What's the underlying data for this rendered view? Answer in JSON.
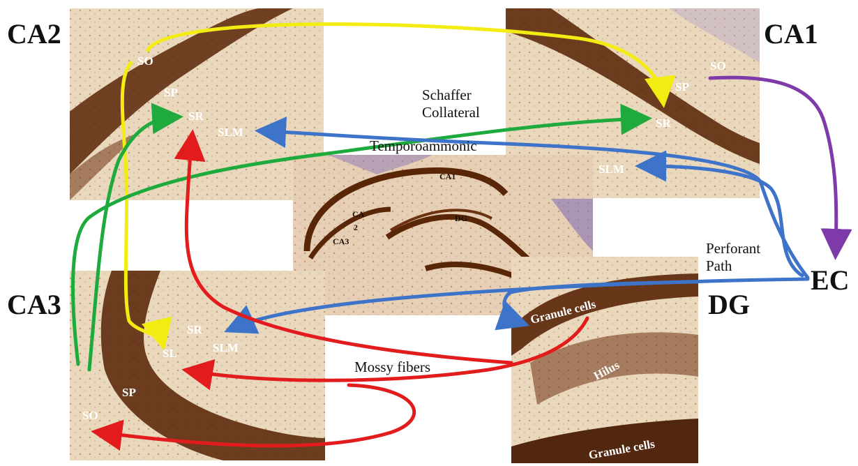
{
  "colors": {
    "tissue": "#ead8bd",
    "neuron": "#5a2608",
    "schaffer": "#1eaa3c",
    "ca3_ca1": "#f2ec12",
    "ca2_loop": "#f2ec12",
    "temporoammonic": "#3d73c9",
    "perforant": "#3d73c9",
    "output": "#7d3aa8",
    "mossy": "#e21c1c"
  },
  "regions": {
    "ca2": "CA2",
    "ca1": "CA1",
    "ca3": "CA3",
    "dg": "DG",
    "ec": "EC"
  },
  "panel_ca2": {
    "so": "SO",
    "sp": "SP",
    "sr": "SR",
    "slm": "SLM"
  },
  "panel_ca1": {
    "so": "SO",
    "sp": "SP",
    "sr": "SR",
    "slm": "SLM"
  },
  "panel_ca3": {
    "sr": "SR",
    "slm": "SLM",
    "sl": "SL",
    "sp": "SP",
    "so": "SO"
  },
  "panel_dg": {
    "granule_top": "Granule cells",
    "hilus": "Hilus",
    "granule_bottom": "Granule cells"
  },
  "center": {
    "ca1": "CA1",
    "dg": "DG",
    "ca2_a": "CA",
    "ca2_b": "2",
    "ca3": "CA3"
  },
  "pathways": {
    "schaffer_1": "Schaffer",
    "schaffer_2": "Collateral",
    "temporoammonic": "Temporoammonic",
    "perforant_1": "Perforant",
    "perforant_2": "Path",
    "mossy": "Mossy fibers"
  }
}
